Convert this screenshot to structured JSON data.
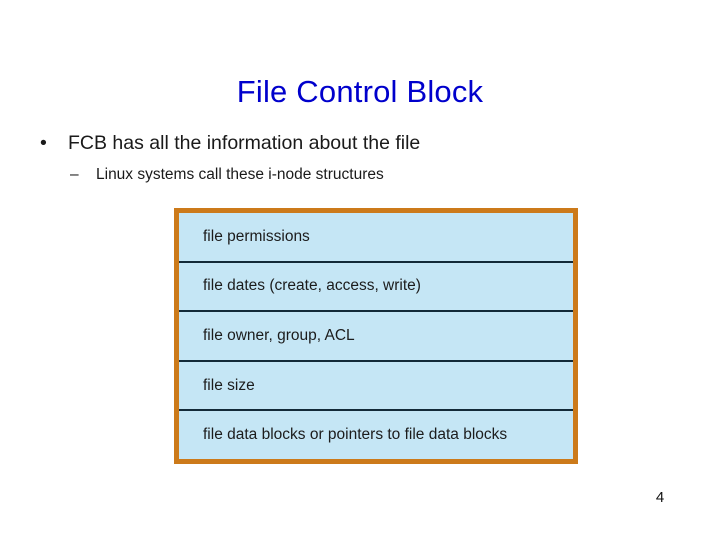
{
  "slide": {
    "title": "File Control Block",
    "background_color": "#ffffff",
    "title_color": "#0000CC",
    "page_number": "4"
  },
  "body": {
    "bullets": [
      {
        "level": 1,
        "marker": "•",
        "text": "FCB has all the information about the file"
      },
      {
        "level": 2,
        "marker": "–",
        "text": "Linux systems call these i-node structures"
      }
    ]
  },
  "figure": {
    "name": "file-control-block-diagram",
    "border_color": "#CC7A1A",
    "fill_color": "#C5E6F5",
    "divider_color": "#132a38",
    "rows": [
      {
        "label": "file permissions"
      },
      {
        "label": "file dates (create, access, write)"
      },
      {
        "label": "file owner, group, ACL"
      },
      {
        "label": "file size"
      },
      {
        "label": "file data blocks or pointers to file data blocks"
      }
    ]
  }
}
